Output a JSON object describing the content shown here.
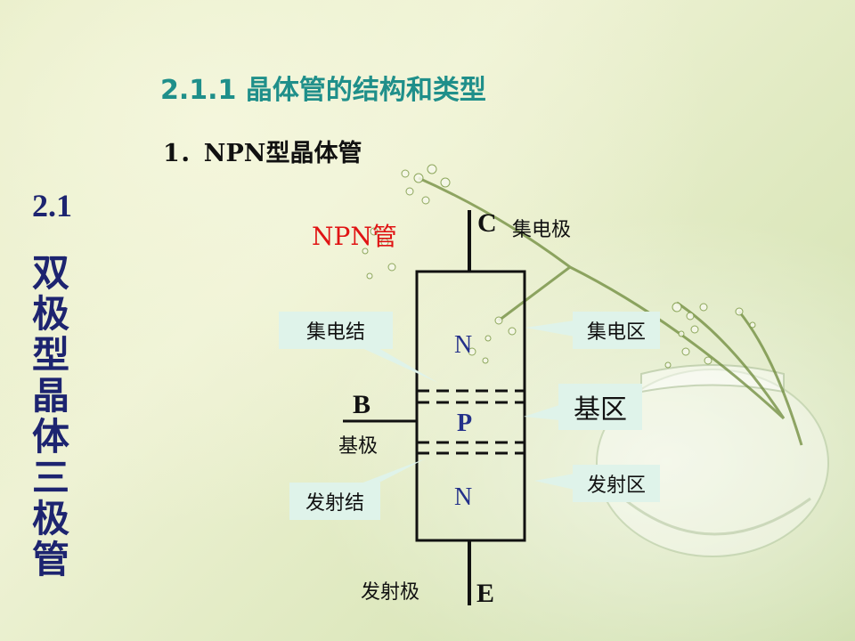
{
  "title": "2.1.1 晶体管的结构和类型",
  "subtitle": "1．NPN型晶体管",
  "side": {
    "number": "2.1",
    "title": "双极型晶体三极管"
  },
  "diagram": {
    "tube_label": "NPN管",
    "collector": {
      "letter": "C",
      "name": "集电极"
    },
    "base": {
      "letter": "B",
      "name": "基极"
    },
    "emitter": {
      "letter": "E",
      "name": "发射极"
    },
    "regions": {
      "top": "N",
      "middle": "P",
      "bottom": "N"
    },
    "callouts": {
      "collector_junction": "集电结",
      "emitter_junction": "发射结",
      "collector_region": "集电区",
      "base_region": "基区",
      "emitter_region": "发射区"
    }
  },
  "colors": {
    "title": "#1f8f8a",
    "side_title": "#1d2470",
    "tube_label": "#e01414",
    "region_letters": "#23308a",
    "callout_bg": "#dff3ea"
  }
}
